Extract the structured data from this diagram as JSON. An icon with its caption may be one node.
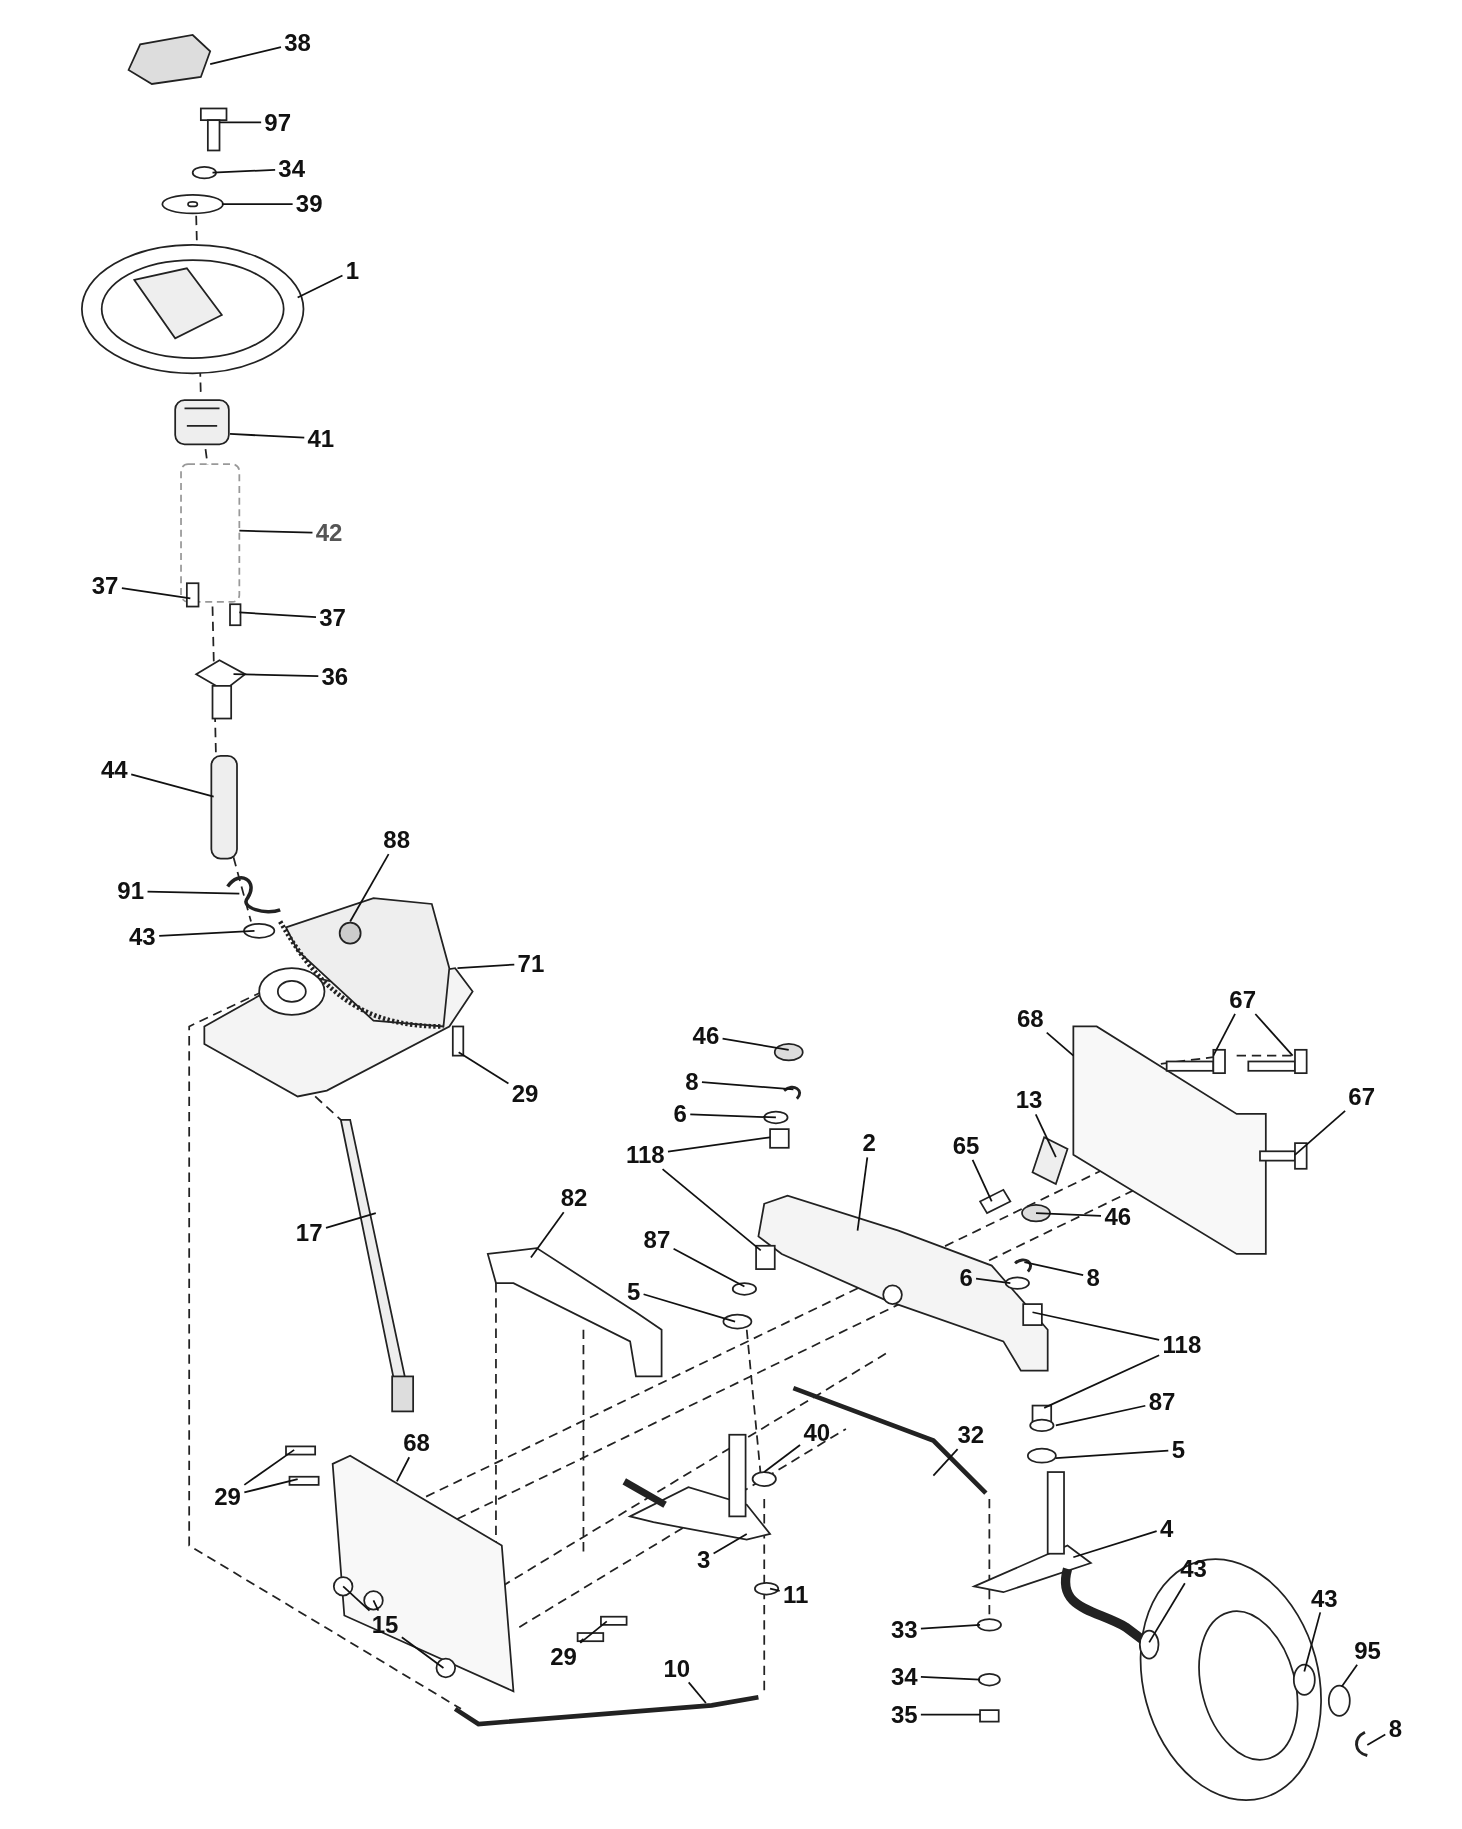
{
  "diagram": {
    "nodes": [
      {
        "text": [
          "38"
        ]
      },
      {
        "text": [
          "97"
        ]
      },
      {
        "text": [
          "34"
        ]
      },
      {
        "text": [
          "39"
        ]
      },
      {
        "text": [
          "1"
        ]
      },
      {
        "text": [
          "41"
        ]
      },
      {
        "text": [
          "42"
        ]
      },
      {
        "text": [
          "37"
        ]
      },
      {
        "text": [
          "37"
        ]
      },
      {
        "text": [
          "36"
        ]
      },
      {
        "text": [
          "44"
        ]
      },
      {
        "text": [
          "88"
        ]
      },
      {
        "text": [
          "91"
        ]
      },
      {
        "text": [
          "43"
        ]
      },
      {
        "text": [
          "71"
        ]
      },
      {
        "text": [
          "29"
        ]
      },
      {
        "text": [
          "46"
        ]
      },
      {
        "text": [
          "68"
        ]
      },
      {
        "text": [
          "67"
        ]
      },
      {
        "text": [
          "8"
        ]
      },
      {
        "text": [
          "6"
        ]
      },
      {
        "text": [
          "67"
        ]
      },
      {
        "text": [
          "13"
        ]
      },
      {
        "text": [
          "118"
        ]
      },
      {
        "text": [
          "2"
        ]
      },
      {
        "text": [
          "82"
        ]
      },
      {
        "text": [
          "65"
        ]
      },
      {
        "text": [
          "46"
        ]
      },
      {
        "text": [
          "17"
        ]
      },
      {
        "text": [
          "87"
        ]
      },
      {
        "text": [
          "8"
        ]
      },
      {
        "text": [
          "6"
        ]
      },
      {
        "text": [
          "5"
        ]
      },
      {
        "text": [
          "118"
        ]
      },
      {
        "text": [
          "87"
        ]
      },
      {
        "text": [
          "40"
        ]
      },
      {
        "text": [
          "32"
        ]
      },
      {
        "text": [
          "5"
        ]
      },
      {
        "text": [
          "68"
        ]
      },
      {
        "text": [
          "29"
        ]
      },
      {
        "text": [
          "4"
        ]
      },
      {
        "text": [
          "3"
        ]
      },
      {
        "text": [
          "43"
        ]
      },
      {
        "text": [
          "11"
        ]
      },
      {
        "text": [
          "43"
        ]
      },
      {
        "text": [
          "15"
        ]
      },
      {
        "text": [
          "33"
        ]
      },
      {
        "text": [
          "29"
        ]
      },
      {
        "text": [
          "95"
        ]
      },
      {
        "text": [
          "10"
        ]
      },
      {
        "text": [
          "34"
        ]
      },
      {
        "text": [
          "8"
        ]
      },
      {
        "text": [
          "35"
        ]
      }
    ],
    "edges": [
      {
        "from": 0,
        "to": null,
        "arrow": "none"
      },
      {
        "from": 1,
        "to": null,
        "arrow": "none"
      },
      {
        "from": 2,
        "to": null,
        "arrow": "none"
      },
      {
        "from": 3,
        "to": null,
        "arrow": "none"
      },
      {
        "from": 4,
        "to": null,
        "arrow": "none"
      },
      {
        "from": 5,
        "to": null,
        "arrow": "none"
      },
      {
        "from": 6,
        "to": null,
        "arrow": "none"
      },
      {
        "from": 7,
        "to": null,
        "arrow": "none"
      },
      {
        "from": 8,
        "to": null,
        "arrow": "none"
      },
      {
        "from": 9,
        "to": null,
        "arrow": "none"
      },
      {
        "from": 10,
        "to": null,
        "arrow": "none"
      },
      {
        "from": 11,
        "to": null,
        "arrow": "none"
      },
      {
        "from": 12,
        "to": null,
        "arrow": "none"
      },
      {
        "from": 13,
        "to": null,
        "arrow": "none"
      },
      {
        "from": 14,
        "to": null,
        "arrow": "none"
      },
      {
        "from": 15,
        "to": null,
        "arrow": "none"
      },
      {
        "from": 16,
        "to": null,
        "arrow": "none"
      },
      {
        "from": 17,
        "to": null,
        "arrow": "none"
      },
      {
        "from": 18,
        "to": null,
        "arrow": "none"
      },
      {
        "from": 18,
        "to": null,
        "arrow": "none"
      },
      {
        "from": 19,
        "to": null,
        "arrow": "none"
      },
      {
        "from": 20,
        "to": null,
        "arrow": "none"
      },
      {
        "from": 21,
        "to": null,
        "arrow": "none"
      },
      {
        "from": 22,
        "to": null,
        "arrow": "none"
      },
      {
        "from": 23,
        "to": null,
        "arrow": "none"
      },
      {
        "from": 23,
        "to": null,
        "arrow": "none"
      },
      {
        "from": 24,
        "to": null,
        "arrow": "none"
      },
      {
        "from": 25,
        "to": null,
        "arrow": "none"
      },
      {
        "from": 26,
        "to": null,
        "arrow": "none"
      },
      {
        "from": 27,
        "to": null,
        "arrow": "none"
      },
      {
        "from": 28,
        "to": null,
        "arrow": "none"
      },
      {
        "from": 29,
        "to": null,
        "arrow": "none"
      },
      {
        "from": 30,
        "to": null,
        "arrow": "none"
      },
      {
        "from": 31,
        "to": null,
        "arrow": "none"
      },
      {
        "from": 32,
        "to": null,
        "arrow": "none"
      },
      {
        "from": 33,
        "to": null,
        "arrow": "none"
      },
      {
        "from": 33,
        "to": null,
        "arrow": "none"
      },
      {
        "from": 34,
        "to": null,
        "arrow": "none"
      },
      {
        "from": 35,
        "to": null,
        "arrow": "none"
      },
      {
        "from": 36,
        "to": null,
        "arrow": "none"
      },
      {
        "from": 37,
        "to": null,
        "arrow": "none"
      },
      {
        "from": 38,
        "to": null,
        "arrow": "none"
      },
      {
        "from": 39,
        "to": null,
        "arrow": "none"
      },
      {
        "from": 39,
        "to": null,
        "arrow": "none"
      },
      {
        "from": 40,
        "to": null,
        "arrow": "none"
      },
      {
        "from": 41,
        "to": null,
        "arrow": "none"
      },
      {
        "from": 42,
        "to": null,
        "arrow": "none"
      },
      {
        "from": 43,
        "to": null,
        "arrow": "none"
      },
      {
        "from": 44,
        "to": null,
        "arrow": "none"
      },
      {
        "from": 45,
        "to": null,
        "arrow": "none"
      },
      {
        "from": 45,
        "to": null,
        "arrow": "none"
      },
      {
        "from": 45,
        "to": null,
        "arrow": "none"
      },
      {
        "from": 46,
        "to": null,
        "arrow": "none"
      },
      {
        "from": 47,
        "to": null,
        "arrow": "none"
      },
      {
        "from": 47,
        "to": null,
        "arrow": "none"
      },
      {
        "from": 48,
        "to": null,
        "arrow": "none"
      },
      {
        "from": 49,
        "to": null,
        "arrow": "none"
      },
      {
        "from": 50,
        "to": null,
        "arrow": "none"
      },
      {
        "from": 51,
        "to": null,
        "arrow": "none"
      },
      {
        "from": 52,
        "to": null,
        "arrow": "none"
      }
    ]
  }
}
